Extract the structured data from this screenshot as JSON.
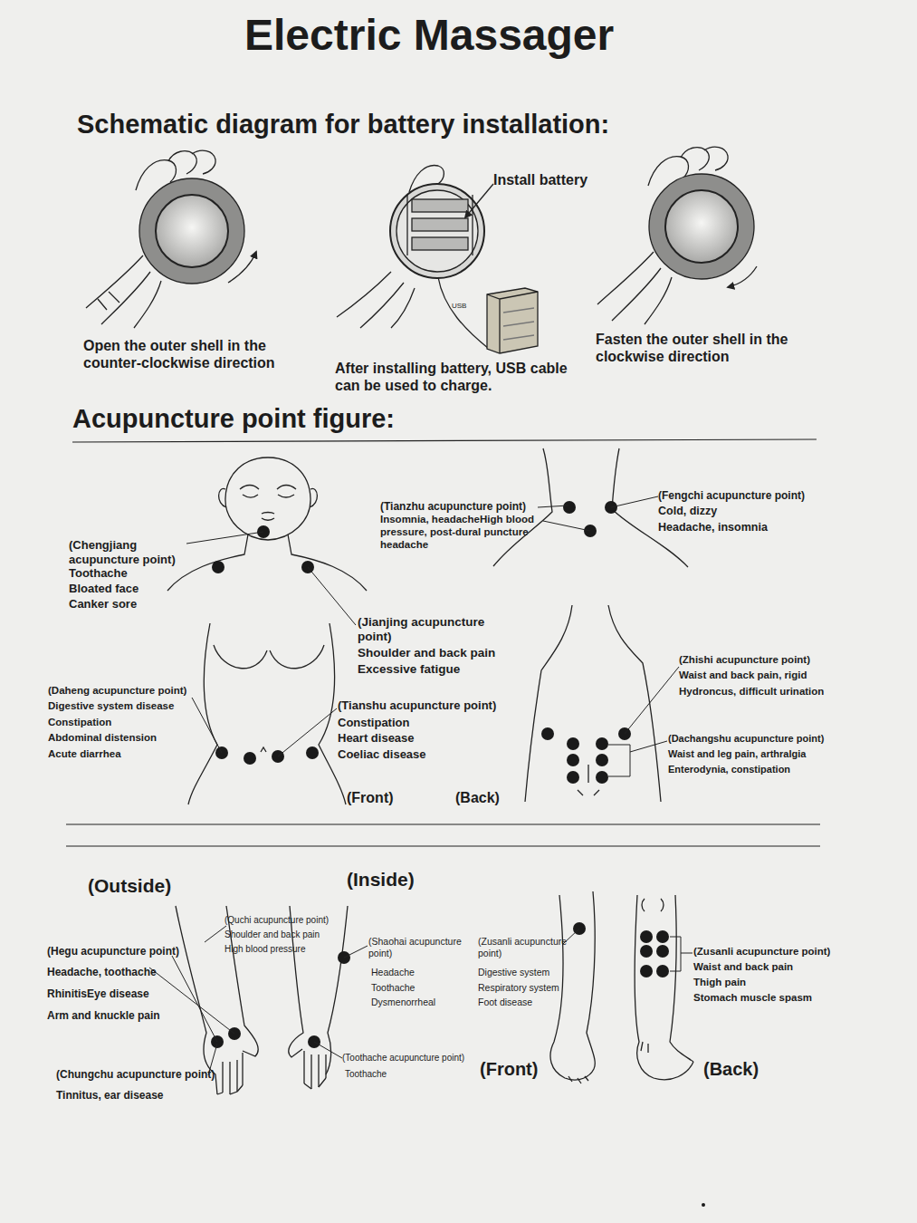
{
  "diagram": {
    "title": "Electric Massager",
    "labels": [
      "Schematic diagram for battery installation:",
      "Install battery",
      "USB",
      "Open the outer shell in the counter-clockwise direction",
      "After installing battery, USB cable can be used to charge.",
      "Fasten the outer shell in the clockwise direction",
      "Acupuncture point figure:",
      "(Chengjiang acupuncture point)",
      "Toothache",
      "Bloated face",
      "Canker sore",
      "(Tianzhu acupuncture point)",
      "Insomnia, headacheHigh blood pressure, post-dural puncture headache",
      "(Fengchi acupuncture point)",
      "Cold, dizzy",
      "Headache, insomnia",
      "(Jianjing acupuncture point)",
      "Shoulder and back pain",
      "Excessive fatigue",
      "(Daheng acupuncture point)",
      "Digestive system disease",
      "Constipation",
      "Abdominal distension",
      "Acute diarrhea",
      "(Tianshu acupuncture point)",
      "Constipation",
      "Heart disease",
      "Coeliac disease",
      "(Front)",
      "(Back)",
      "(Zhishi acupuncture point)",
      "Waist and back pain, rigid",
      "Hydroncus, difficult urination",
      "(Dachangshu acupuncture point)",
      "Waist and leg pain, arthralgia",
      "Enterodynia, constipation",
      "(Outside)",
      "(Inside)",
      "(Quchi acupuncture point)",
      "Shoulder and back pain",
      "High blood pressure",
      "(Hegu acupuncture point)",
      "Headache, toothache",
      "RhinitisEye disease",
      "Arm and knuckle pain",
      "(Chungchu acupuncture point)",
      "Tinnitus, ear disease",
      "(Shaohai acupuncture point)",
      "Headache",
      "Toothache",
      "Dysmenorrheal",
      "(Toothache acupuncture point)",
      "Toothache",
      "(Zusanli acupuncture point)",
      "Digestive system",
      "Respiratory system",
      "Foot disease",
      "(Front)",
      "(Zusanli acupuncture point)",
      "Waist and back pain",
      "Thigh pain",
      "Stomach muscle spasm",
      "(Back)"
    ]
  }
}
